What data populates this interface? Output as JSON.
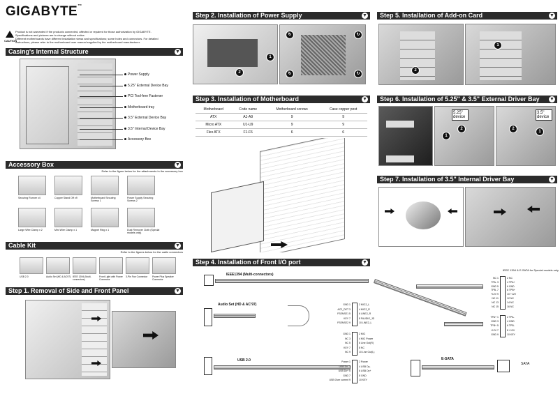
{
  "brand": {
    "logo": "GIGABYTE",
    "tm": "™"
  },
  "warning": {
    "label": "CAUTION",
    "line1": "Product is not warranted if the products connected, affected or repaired for those authorization by GIGABYTE.",
    "line2": "Specifications and pictures are to change without notice.",
    "line3": "Different motherboards have different installation views and specifications; some holes and connectors. For detailed",
    "line4": "instructions, please refer to the motherboard user manual supplied by the motherboard manufacturer."
  },
  "sections": {
    "casing": "Casing's Internal Structure",
    "accessory": "Accessory Box",
    "cable": "Cable Kit",
    "step1": "Step 1. Removal of Side and Front Panel",
    "step2": "Step 2. Installation of Power Supply",
    "step3": "Step 3. Installation of Motherboard",
    "step4": "Step 4. Installation of Front I/O port",
    "step5": "Step 5. Installation of Add-on Card",
    "step6": "Step 6. Installation of 5.25\" & 3.5\" External Driver Bay",
    "step7": "Step 7. Installation of 3.5\" Internal Driver Bay"
  },
  "casing_labels": [
    "Power Supply",
    "5.25\" External Device Bay",
    "PCI Tool-free Fastener",
    "Motherboard tray",
    "3.5\" External Device Bay",
    "3.5\" Internal Device Bay",
    "Accessory Box"
  ],
  "accessory_note": "Refer to the figure below for the attachments in the accessory box",
  "accessory_items": [
    "Securing Runner x4",
    "Copper Stand Off x9",
    "Motherboard Securing Screws 1",
    "Power Supply Securing Screws 2",
    "Large Wire Clamp x 2",
    "Mini Wire Clamp x 1",
    "Magnet Ring x 1",
    "Dust Remover Cloth (Special models only)"
  ],
  "cable_note": "Refer to the figures below for the cable connectors",
  "cable_items": [
    "USB 2.0",
    "Audio Set (HD & AC97)",
    "IEEE 1394 (Multi-connectors)",
    "Front Light with Power Connector",
    "3-Pin Fan Connector",
    "Power Plus Speaker Connector"
  ],
  "mb_table": {
    "headers": [
      "Motherboard",
      "Code name",
      "Motherboard screws",
      "Case copper post"
    ],
    "rows": [
      [
        "ATX",
        "A1-A9",
        "9",
        "9"
      ],
      [
        "Micro ATX",
        "U1-U9",
        "9",
        "9"
      ],
      [
        "Flex ATX",
        "F1-F6",
        "6",
        "6"
      ]
    ]
  },
  "io": {
    "note": "IEEE 1394 & E-SATA for Special models only",
    "ieee": "IEEE1394 (Multi-connectors)",
    "audio": "Audio Set (HD & AC'97)",
    "usb": "USB 2.0",
    "esata": "E-SATA",
    "sata_label": "SATA",
    "audio_pins_left": [
      "GND 1",
      "AC2_DET 3",
      "FSENSE1 5",
      "KEY 7",
      "FSENSE2 9"
    ],
    "audio_pins_right": [
      "2 MIC2_L",
      "4 MIC2_R",
      "6 LINE2_R",
      "8 FAUDIO_JD",
      "10 LINE2_L"
    ],
    "ac97_left": [
      "GND 1",
      "NC 3",
      "NC 5",
      "KEY 7",
      "NC 9"
    ],
    "ac97_right": [
      "2 MIC",
      "4 MIC Power",
      "6 Line Out(R)",
      "8 NC",
      "10 Line Out(L)"
    ],
    "usb_left": [
      "Power 1",
      "USB Dx- 3",
      "USB Dx+ 5",
      "GND 7",
      "USB Over current 9"
    ],
    "usb_right": [
      "2 Power",
      "4 USB Dy-",
      "6 USB Dy+",
      "8 GND",
      "10 KEY"
    ],
    "ieee_top_left": [
      "NC 1",
      "TPA- 3",
      "GND 5",
      "TPB- 7",
      "+12V 9",
      "NC 11",
      "NC 13",
      "NC 15"
    ],
    "ieee_top_right": [
      "2 NC",
      "4 TPA+",
      "6 GND",
      "8 TPB+",
      "10 +12V",
      "12 NC",
      "14 NC",
      "16 NC"
    ],
    "ieee_bot_left": [
      "TPA+ 1",
      "GND 3",
      "TPB+ 5",
      "+12V 7",
      "GND 9"
    ],
    "ieee_bot_right": [
      "2 TPA-",
      "4 GND",
      "6 TPB-",
      "8 +12V",
      "10 KEY"
    ]
  },
  "step6_tags": [
    "5.25\" device",
    "3.5\" device"
  ]
}
